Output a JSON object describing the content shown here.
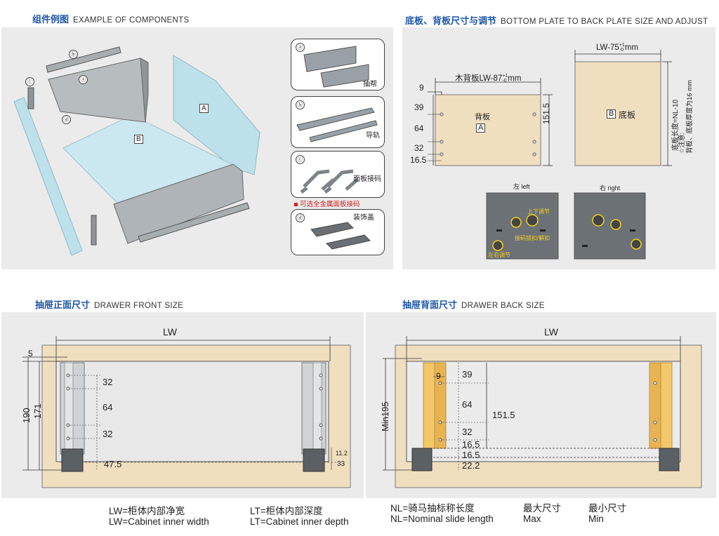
{
  "sections": {
    "example": {
      "cn": "组件例图",
      "en": "EXAMPLE OF COMPONENTS"
    },
    "plate": {
      "cn": "底板、背板尺寸与调节",
      "en": "BOTTOM PLATE TO BACK PLATE SIZE AND ADJUST"
    },
    "front": {
      "cn": "抽屉正面尺寸",
      "en": "DRAWER FRONT SIZE"
    },
    "back": {
      "cn": "抽屉背面尺寸",
      "en": "DRAWER BACK SIZE"
    }
  },
  "components": {
    "marker_a": "ⓐ",
    "marker_b": "ⓑ",
    "marker_c": "ⓒ",
    "marker_d": "ⓓ",
    "box_a": "A",
    "box_b": "B",
    "card_a_label": "抽帮",
    "card_b_label": "导轨",
    "card_c_label": "面板接码",
    "optional_note": "可选全金属面板接码",
    "card_d_label": "装饰盖"
  },
  "plate": {
    "back_width_label": "木背板LW-87",
    "back_width_sup": "+1",
    "back_width_sub": "-0",
    "back_width_unit": "mm",
    "dim_9": "9",
    "dim_39": "39",
    "dim_64": "64",
    "dim_32": "32",
    "dim_16_5": "16.5",
    "back_name": "背板",
    "back_box": "A",
    "height_151_5": "151.5",
    "bottom_width_label": "LW-75",
    "bottom_width_sup": "+1",
    "bottom_width_sub": "-0",
    "bottom_width_unit": "mm",
    "bottom_box": "B",
    "bottom_name": "底板",
    "bottom_length": "底板长度=NL-10",
    "note_star": "☆注意:",
    "note_text": "背板、底板厚度为16 mm",
    "left_label": "左 left",
    "right_label": "右 right",
    "callout_updown": "上下调节",
    "callout_lock": "接码锁扣/解扣",
    "callout_leftright": "左右调节"
  },
  "front": {
    "lw": "LW",
    "d5": "5",
    "d190": "190",
    "d171": "171",
    "d32a": "32",
    "d64": "64",
    "d32b": "32",
    "d47_5": "47.5",
    "d11_2": "11.2",
    "d33": "33"
  },
  "back": {
    "lw": "LW",
    "min195": "Min195",
    "d9": "9",
    "d39": "39",
    "d64": "64",
    "d32": "32",
    "d151_5": "151.5",
    "d16_5a": "16.5",
    "d16_5b": "16.5",
    "d22_2": "22.2"
  },
  "legend": {
    "lw_cn": "LW=柜体内部净宽",
    "lw_en": "LW=Cabinet inner width",
    "lt_cn": "LT=柜体内部深度",
    "lt_en": "LT=Cabinet inner depth",
    "nl_cn": "NL=骑马抽标称长度",
    "nl_en": "NL=Nominal slide length",
    "max_cn": "最大尺寸",
    "max_en": "Max",
    "min_cn": "最小尺寸",
    "min_en": "Min"
  },
  "colors": {
    "title_blue": "#1d56a6",
    "panel_gray": "#ebebeb",
    "wood": "#f0dfbf",
    "glass": "#bde1ea",
    "metal": "#9aa1a6",
    "accent_red": "#d21f1f",
    "callout_yellow": "#f4d21b"
  }
}
